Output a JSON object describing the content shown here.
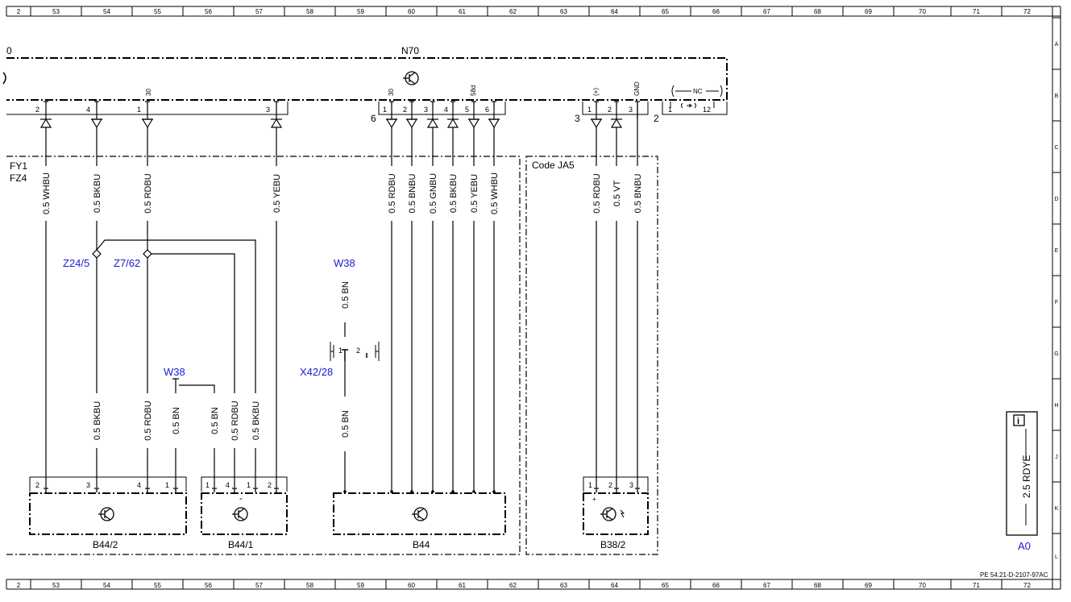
{
  "ruler": {
    "cols": [
      "2",
      "53",
      "54",
      "55",
      "56",
      "57",
      "58",
      "59",
      "60",
      "61",
      "62",
      "63",
      "64",
      "65",
      "66",
      "67",
      "68",
      "69",
      "70",
      "71",
      "72"
    ],
    "rows": [
      "A",
      "B",
      "C",
      "D",
      "E",
      "F",
      "G",
      "H",
      "J",
      "K",
      "L"
    ]
  },
  "components": {
    "n70": "N70",
    "left_partial": "0",
    "fy1": "FY1",
    "fz4": "FZ4",
    "code_ja5": "Code JA5",
    "b44_2": "B44/2",
    "b44_1": "B44/1",
    "b44": "B44",
    "b38_2": "B38/2",
    "a0": "A0",
    "x42_28": "X42/28"
  },
  "splices": {
    "z24_5": "Z24/5",
    "z7_62": "Z7/62",
    "w38": "W38"
  },
  "connector_numbers": {
    "six": "6",
    "three": "3",
    "two": "2"
  },
  "n70_pins": {
    "left": [
      "2",
      "4",
      "1",
      "3"
    ],
    "mid": [
      "1",
      "2",
      "3",
      "4",
      "5",
      "6"
    ],
    "right": [
      "1",
      "2",
      "3"
    ],
    "nc_left": "1",
    "nc_right": "12"
  },
  "pin_tags": {
    "p30a": "30",
    "p30b": "30",
    "p58d": "58d",
    "plus": "(+)",
    "gnd": "GND",
    "nc": "NC"
  },
  "wires": {
    "top_left": [
      "0.5 WHBU",
      "0.5 BKBU",
      "0.5 RDBU",
      "0.5 YEBU"
    ],
    "top_mid": [
      "0.5 RDBU",
      "0.5 BNBU",
      "0.5 GNBU",
      "0.5 BKBU",
      "0.5 YEBU",
      "0.5 WHBU"
    ],
    "top_right": [
      "0.5 RDBU",
      "0.5 VT",
      "0.5 BNBU"
    ],
    "low_left": [
      "0.5 BKBU",
      "0.5 RDBU",
      "0.5 BN",
      "0.5 BN",
      "0.5 RDBU",
      "0.5 BKBU"
    ],
    "w38_mid_upper": "0.5 BN",
    "w38_mid_lower": "0.5 BN",
    "a0_wire": "2.5 RDYE"
  },
  "sensor_pins": {
    "b44_2": [
      "2",
      "3",
      "4",
      "1"
    ],
    "b44_1": [
      "1",
      "4",
      "1",
      "2"
    ],
    "b38_2": [
      "1",
      "2",
      "3"
    ],
    "x42": [
      "1",
      "2"
    ]
  },
  "symbols": {
    "minus": "-",
    "plus": "+",
    "info": "i"
  },
  "footer": {
    "code": "PE 54.21-D-2107-97AC"
  }
}
